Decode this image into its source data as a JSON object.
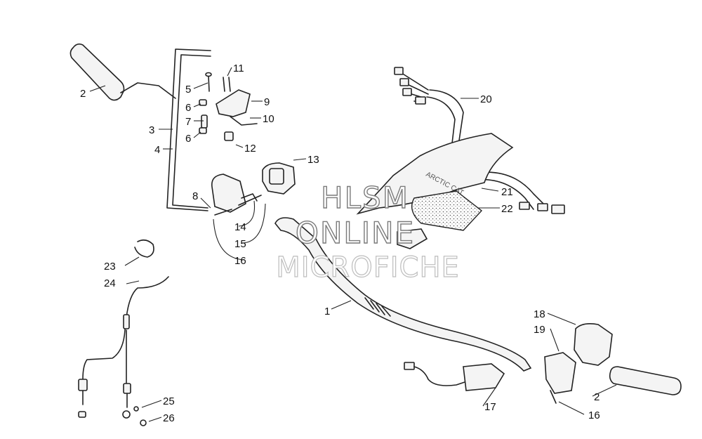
{
  "watermark": {
    "line1": "HLSM",
    "line2": "ONLINE",
    "line3": "MICROFICHE"
  },
  "hood_logo_text": "ARCTIC CAT",
  "callouts": {
    "c1": "1",
    "c2a": "2",
    "c2b": "2",
    "c3": "3",
    "c4": "4",
    "c5": "5",
    "c6a": "6",
    "c6b": "6",
    "c7": "7",
    "c8": "8",
    "c9": "9",
    "c10": "10",
    "c11": "11",
    "c12": "12",
    "c13": "13",
    "c14": "14",
    "c15": "15",
    "c16a": "16",
    "c16b": "16",
    "c17": "17",
    "c18": "18",
    "c19": "19",
    "c20": "20",
    "c21": "21",
    "c22": "22",
    "c23": "23",
    "c24": "24",
    "c25": "25",
    "c26": "26"
  }
}
